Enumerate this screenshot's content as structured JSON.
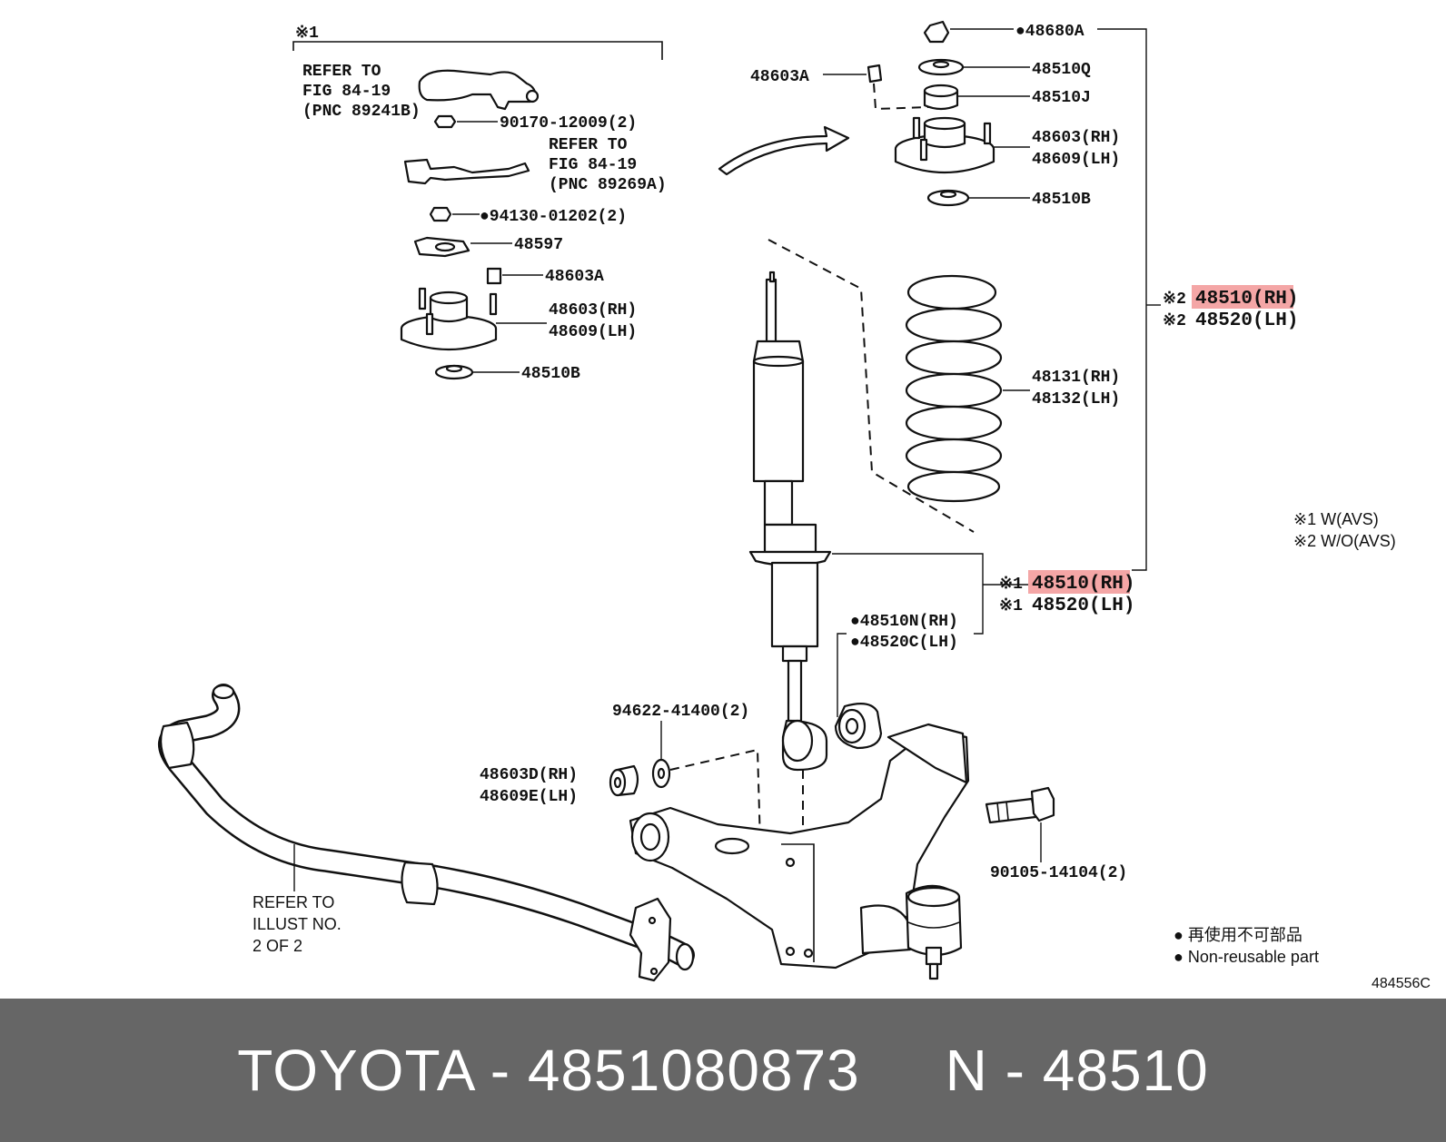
{
  "callouts": {
    "note1_symbol": "※1",
    "refer_avs_line1": "REFER TO",
    "refer_avs_line2": "FIG 84-19",
    "refer_avs_line3": "(PNC 89241B)",
    "p_90170": "90170-12009(2)",
    "refer_bracket_line1": "REFER TO",
    "refer_bracket_line2": "FIG 84-19",
    "refer_bracket_line3": "(PNC 89269A)",
    "p_94130": "●94130-01202(2)",
    "p_48597": "48597",
    "p_48603A_left": "48603A",
    "p_48603_rh_left": "48603(RH)",
    "p_48609_lh_left": "48609(LH)",
    "p_48510B_left": "48510B",
    "p_48603A_top": "48603A",
    "p_48680A": "●48680A",
    "p_48510Q": "48510Q",
    "p_48510J": "48510J",
    "p_48603_rh_right": "48603(RH)",
    "p_48609_lh_right": "48609(LH)",
    "p_48510B_right": "48510B",
    "note2_a": "※2",
    "p_48510_rh_w_o": "48510(RH)",
    "note2_b": "※2",
    "p_48520_lh_w_o": "48520(LH)",
    "p_48131": "48131(RH)",
    "p_48132": "48132(LH)",
    "note1_a": "※1",
    "p_48510_rh_w": "48510(RH)",
    "note1_b": "※1",
    "p_48520_lh_w": "48520(LH)",
    "p_48510N": "●48510N(RH)",
    "p_48520C": "●48520C(LH)",
    "p_94622": "94622-41400(2)",
    "p_48603D": "48603D(RH)",
    "p_48609E": "48609E(LH)",
    "p_90105": "90105-14104(2)",
    "refer_illust_line1": "REFER TO",
    "refer_illust_line2": "ILLUST NO.",
    "refer_illust_line3": "2 OF 2"
  },
  "legend": {
    "w_avs": "※1  W(AVS)",
    "wo_avs": "※2  W/O(AVS)",
    "nonreusable_jp": "● 再使用不可部品",
    "nonreusable_en": "● Non-reusable part",
    "illustration_code": "484556C"
  },
  "highlight_color": "#f4a6a6",
  "footer": {
    "text": "TOYOTA - 4851080873     N - 48510"
  }
}
